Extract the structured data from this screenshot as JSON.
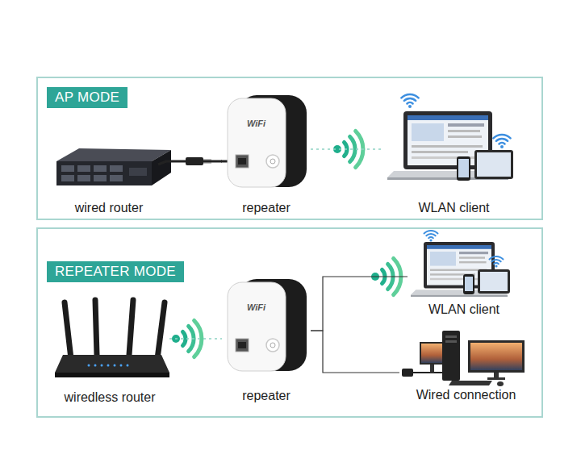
{
  "diagram": {
    "nodes": [
      {
        "text": [
          "AP MODE"
        ]
      },
      {
        "text": [
          "wired router"
        ],
        "in": 0
      },
      {
        "text": [
          "repeater"
        ],
        "in": 0
      },
      {
        "text": [
          "WLAN client"
        ],
        "in": 0
      },
      {
        "text": [
          "REPEATER MODE"
        ]
      },
      {
        "text": [
          "wiredless router"
        ],
        "in": 4
      },
      {
        "text": [
          "repeater"
        ],
        "in": 4
      },
      {
        "text": [
          "WLAN client"
        ],
        "in": 4
      },
      {
        "text": [
          "Wired connection"
        ],
        "in": 4
      }
    ],
    "edges": [
      {
        "from": 1,
        "to": 2,
        "arrow": "none"
      },
      {
        "from": 2,
        "to": 3,
        "arrow": "none"
      },
      {
        "from": 5,
        "to": 6,
        "arrow": "none"
      },
      {
        "from": 6,
        "to": 7,
        "arrow": "none"
      },
      {
        "from": 6,
        "to": 8,
        "arrow": "none"
      }
    ],
    "labels": [
      "WiFi",
      "WiFi"
    ]
  }
}
